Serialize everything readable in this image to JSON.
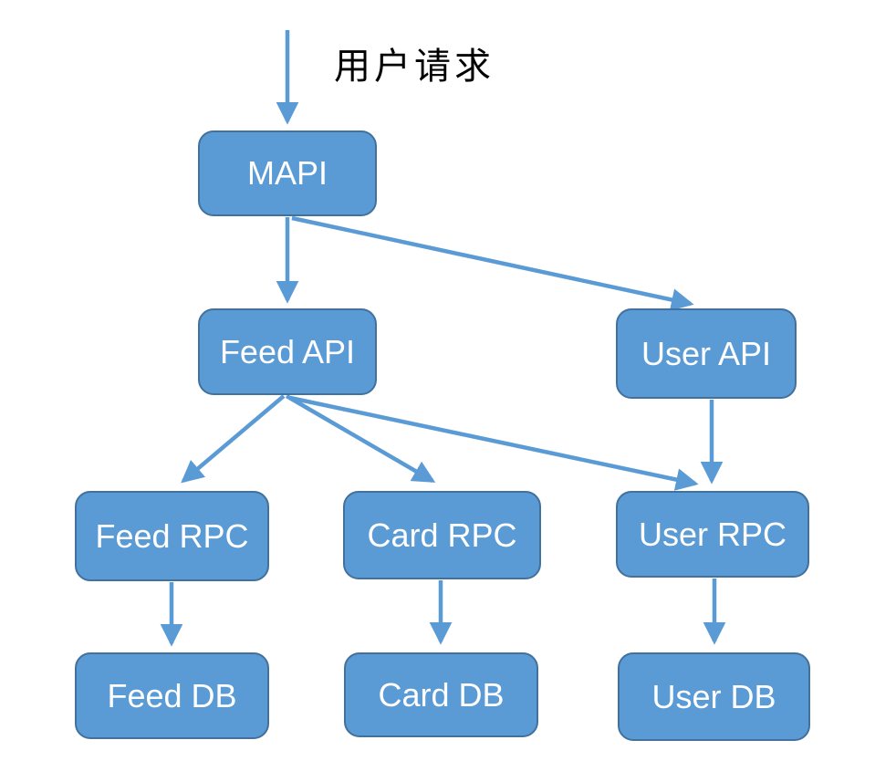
{
  "title": {
    "text": "用户请求"
  },
  "nodes": {
    "mapi": {
      "label": "MAPI"
    },
    "feed_api": {
      "label": "Feed API"
    },
    "user_api": {
      "label": "User API"
    },
    "feed_rpc": {
      "label": "Feed RPC"
    },
    "card_rpc": {
      "label": "Card RPC"
    },
    "user_rpc": {
      "label": "User RPC"
    },
    "feed_db": {
      "label": "Feed DB"
    },
    "card_db": {
      "label": "Card DB"
    },
    "user_db": {
      "label": "User DB"
    }
  },
  "edges": [
    {
      "from": "user_request_label",
      "to": "mapi"
    },
    {
      "from": "mapi",
      "to": "feed_api"
    },
    {
      "from": "mapi",
      "to": "user_api"
    },
    {
      "from": "feed_api",
      "to": "feed_rpc"
    },
    {
      "from": "feed_api",
      "to": "card_rpc"
    },
    {
      "from": "feed_api",
      "to": "user_rpc"
    },
    {
      "from": "user_api",
      "to": "user_rpc"
    },
    {
      "from": "feed_rpc",
      "to": "feed_db"
    },
    {
      "from": "card_rpc",
      "to": "card_db"
    },
    {
      "from": "user_rpc",
      "to": "user_db"
    }
  ],
  "colors": {
    "node_fill": "#5B9BD5",
    "node_border": "#41719C",
    "arrow_color": "#5B9BD5",
    "node_text": "#FFFFFF",
    "title_text": "#000000",
    "bg": "#FFFFFF"
  }
}
